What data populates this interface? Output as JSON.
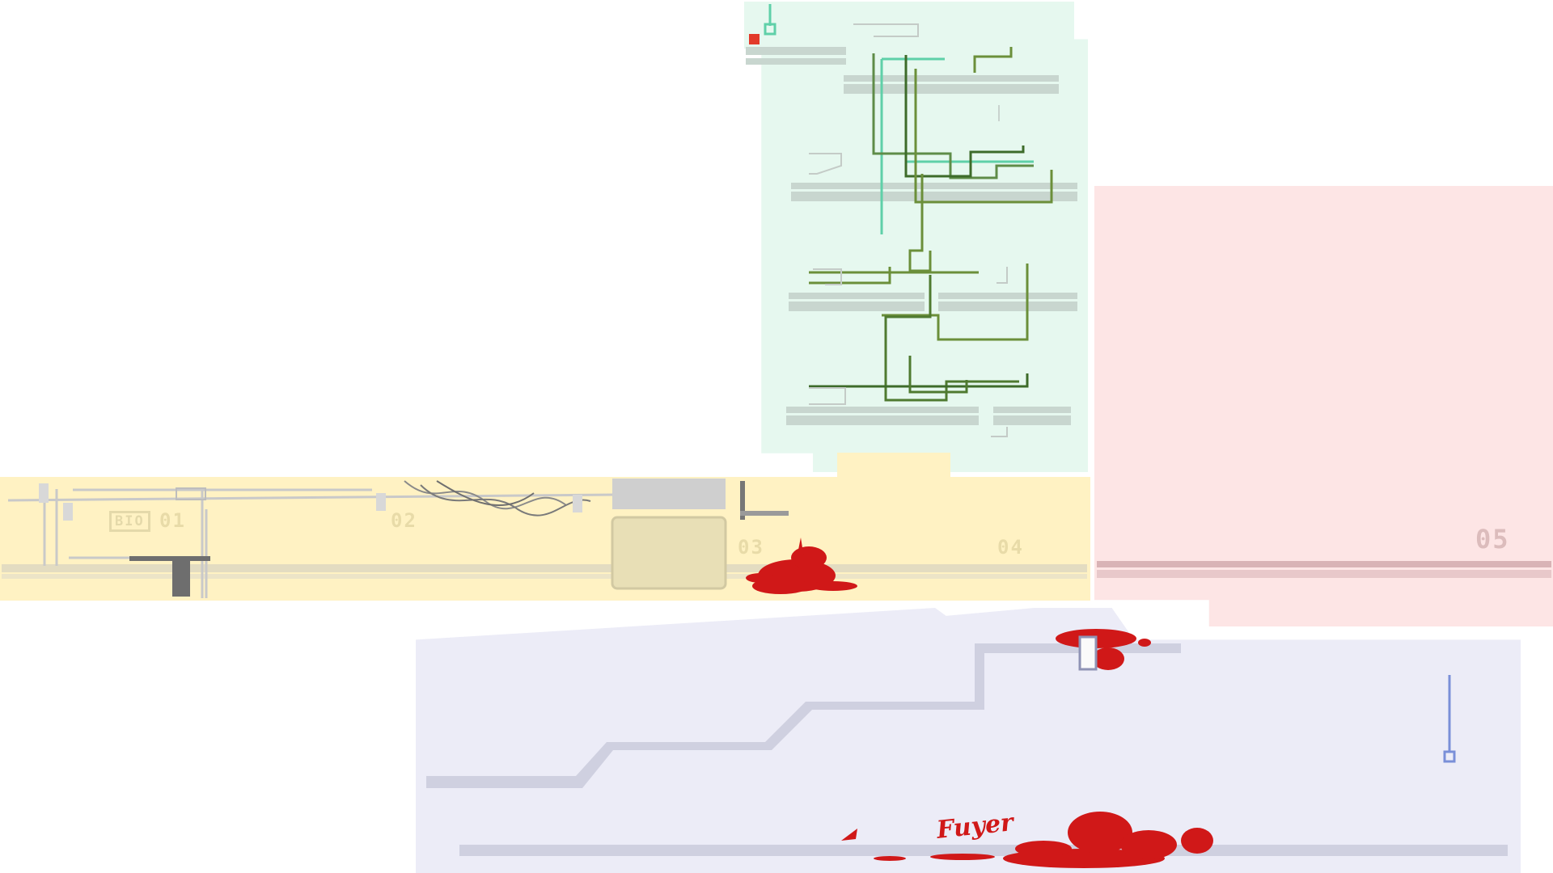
{
  "colors": {
    "green_zone": "#e6f8ef",
    "yellow_zone": "#fff2c3",
    "pink_zone": "#fde5e5",
    "lavender_zone": "#ececf7",
    "floor_green": "#c8d6cf",
    "floor_yellow": "#e3dcc1",
    "floor_pink": "#d9b3b6",
    "floor_lavender": "#cfd0e0",
    "blood": "#d01818",
    "wire_teal": "#5fd0a8",
    "wire_olive": "#6b8f3a",
    "wire_dark": "#3d6b2a",
    "marker_blue": "#7a8fd8"
  },
  "labels": {
    "zone_bio": "BIO",
    "zone_01": "01",
    "zone_02": "02",
    "zone_03": "03",
    "zone_04": "04",
    "zone_05": "05",
    "graffiti": "Fuyer"
  },
  "icons": {
    "start_marker": "square-outline-icon",
    "exit_marker": "square-outline-icon",
    "alert_marker": "red-alert-icon",
    "door": "door-icon",
    "terminal": "terminal-icon"
  }
}
